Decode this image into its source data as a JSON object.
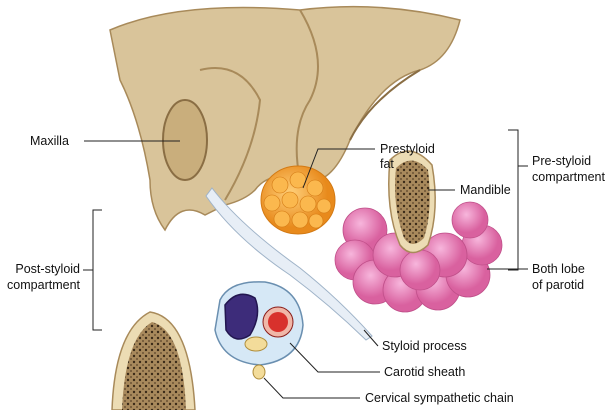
{
  "labels": {
    "maxilla": "Maxilla",
    "prestyloid_fat_1": "Prestyloid",
    "prestyloid_fat_2": "fat",
    "pre_styloid_1": "Pre-styloid",
    "pre_styloid_2": "compartment",
    "mandible": "Mandible",
    "post_styloid_1": "Post-styloid",
    "post_styloid_2": "compartment",
    "parotid_1": "Both lobe",
    "parotid_2": "of parotid",
    "styloid": "Styloid process",
    "carotid": "Carotid sheath",
    "sympathetic": "Cervical sympathetic chain"
  },
  "colors": {
    "bone": "#d9c49a",
    "bone_dark": "#a88a5a",
    "fat": "#f5a43a",
    "parotid": "#e989c0",
    "vein": "#3d2c7a",
    "artery": "#d8312c",
    "sheath": "#d6e8f6"
  }
}
